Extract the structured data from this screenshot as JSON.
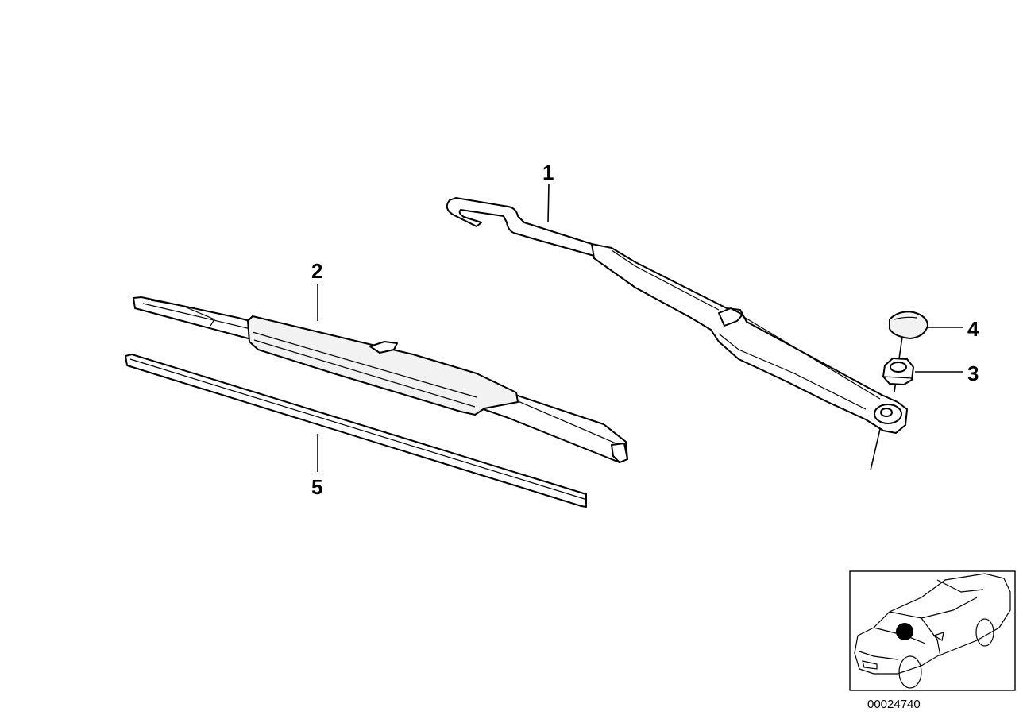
{
  "diagram": {
    "callouts": [
      {
        "id": "1",
        "label": "1"
      },
      {
        "id": "2",
        "label": "2"
      },
      {
        "id": "3",
        "label": "3"
      },
      {
        "id": "4",
        "label": "4"
      },
      {
        "id": "5",
        "label": "5"
      }
    ],
    "figure_number": "00024740",
    "colors": {
      "line": "#000000",
      "background": "#ffffff",
      "locator_marker": "#000000"
    }
  }
}
